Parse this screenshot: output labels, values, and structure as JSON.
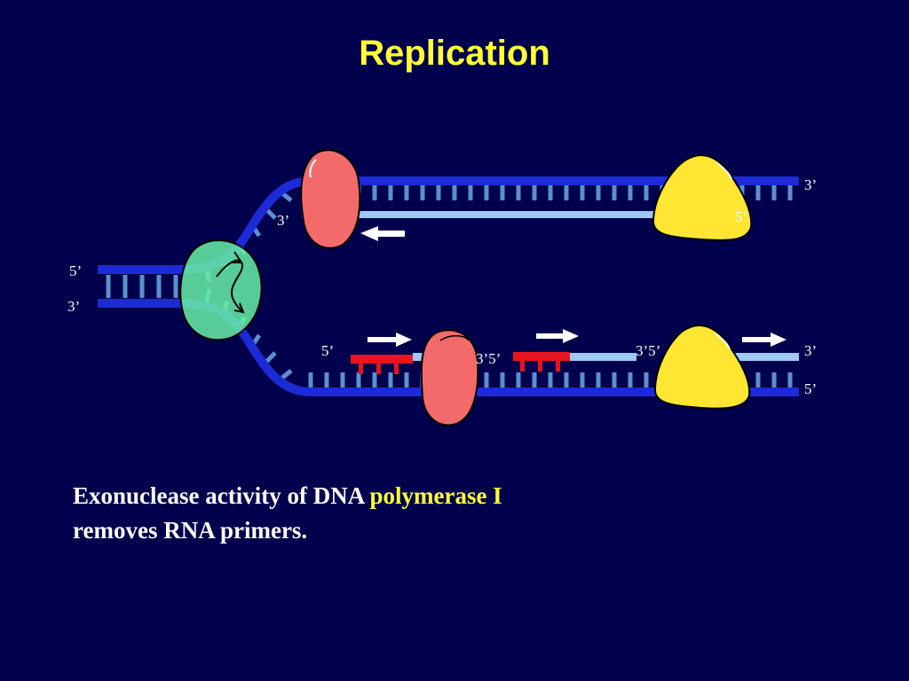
{
  "title": "Replication",
  "caption": {
    "part1": "Exonuclease activity of DNA ",
    "highlight": "polymerase I",
    "part2": "removes RNA primers."
  },
  "labels": {
    "top_right_3": "3’",
    "top_primer_3": "3’",
    "top_primer_5": "5’",
    "parent_5": "5’",
    "parent_3": "3’",
    "lag_5_a": "5’",
    "lag_35_a": "3’5’",
    "lag_35_b": "3’5’",
    "lag_3_end": "3’",
    "bottom_5": "5’"
  },
  "colors": {
    "background": "#00004d",
    "title": "#ffff33",
    "backbone": "#1c2bd6",
    "base": "#5a8fd0",
    "new_strand": "#9ec8f0",
    "rna_primer": "#e8141e",
    "helicase": "#66f0a6",
    "primase_pol": "#f26a6a",
    "polymerase": "#ffe633",
    "arrow": "#ffffff"
  }
}
